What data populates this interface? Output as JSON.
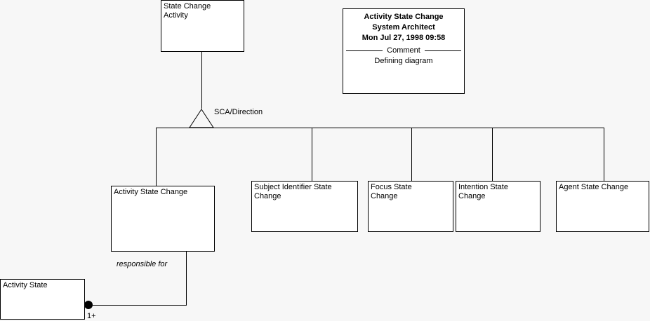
{
  "diagram": {
    "kind": "class-diagram",
    "background_color": "#f7f7f7",
    "line_color": "#000000",
    "node_fill": "#ffffff"
  },
  "title_block": {
    "name": "Activity State Change",
    "author": "System Architect",
    "timestamp": "Mon Jul 27, 1998  09:58",
    "divider_label": "Comment",
    "comment": "Defining diagram"
  },
  "superclass": {
    "label": "State Change\nActivity"
  },
  "generalization": {
    "label": "SCA/Direction"
  },
  "subclasses": [
    {
      "label": "Activity State Change"
    },
    {
      "label": "Subject Identifier State\nChange"
    },
    {
      "label": "Focus State\nChange"
    },
    {
      "label": "Intention State\nChange"
    },
    {
      "label": "Agent State Change"
    }
  ],
  "association": {
    "source": "Activity State Change",
    "target": "Activity State",
    "role_label": "responsible for",
    "multiplicity": "1+"
  },
  "related_class": {
    "label": "Activity State"
  }
}
